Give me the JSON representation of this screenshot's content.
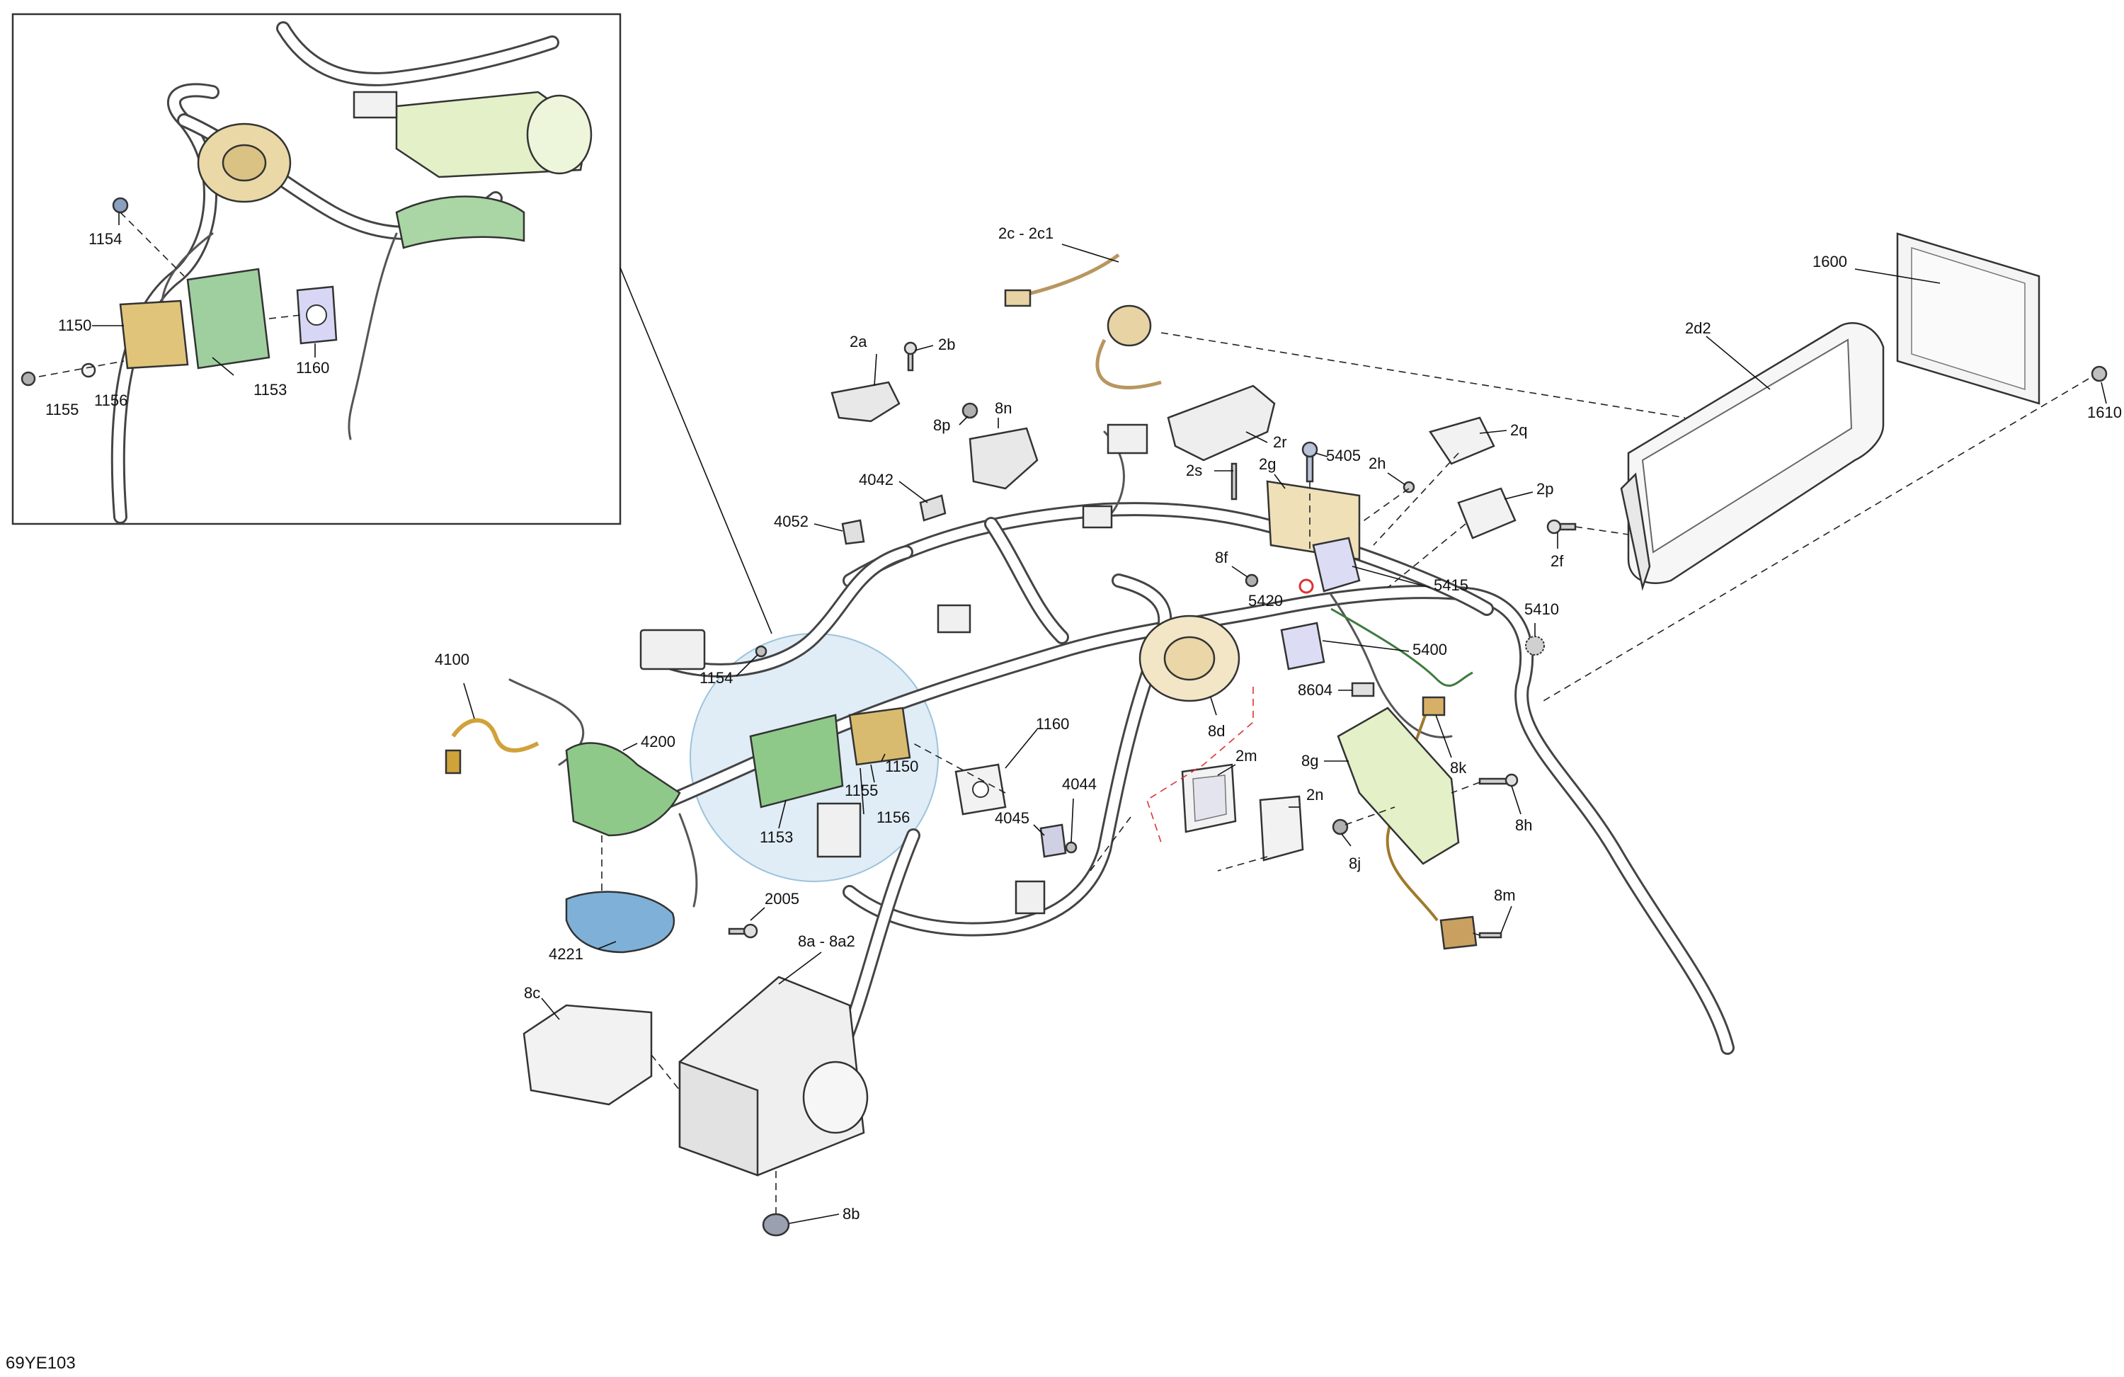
{
  "colors": {
    "line": "#333333",
    "green_part": "#9fcf9f",
    "tan_part": "#e6cf8e",
    "beige_part": "#f3e6c6",
    "light_green_part": "#e3f0c8",
    "blue_part": "#7fb1d8",
    "lavender_part": "#d7d7f5",
    "highlight_circle": "#d3e6f2",
    "red_dash": "#dd3333"
  },
  "inset": {
    "labels": {
      "l1154": "1154",
      "l1150": "1150",
      "l1160": "1160",
      "l1155": "1155",
      "l1156": "1156",
      "l1153": "1153"
    }
  },
  "labels": {
    "l2c_2c1": "2c - 2c1",
    "l1600": "1600",
    "l2d2": "2d2",
    "l1610": "1610",
    "l2a": "2a",
    "l2b": "2b",
    "l8n": "8n",
    "l8p": "8p",
    "l2r": "2r",
    "l5405": "5405",
    "l2q": "2q",
    "l2s": "2s",
    "l2g": "2g",
    "l2h": "2h",
    "l2p": "2p",
    "l2f": "2f",
    "l4042": "4042",
    "l4052": "4052",
    "l8f": "8f",
    "l5420": "5420",
    "l5415": "5415",
    "l5410": "5410",
    "l5400": "5400",
    "l8604": "8604",
    "l8d": "8d",
    "l8g": "8g",
    "l8k": "8k",
    "l4100": "4100",
    "l1154": "1154",
    "l4200": "4200",
    "l1160": "1160",
    "l1150": "1150",
    "l1155": "1155",
    "l1156": "1156",
    "l1153": "1153",
    "l2m": "2m",
    "l2n": "2n",
    "l4044": "4044",
    "l4045": "4045",
    "l8h": "8h",
    "l8j": "8j",
    "l2005": "2005",
    "l4221": "4221",
    "l8m": "8m",
    "l8a_8a2": "8a - 8a2",
    "l8c": "8c",
    "l8b": "8b"
  },
  "reference_code": "69YE103"
}
